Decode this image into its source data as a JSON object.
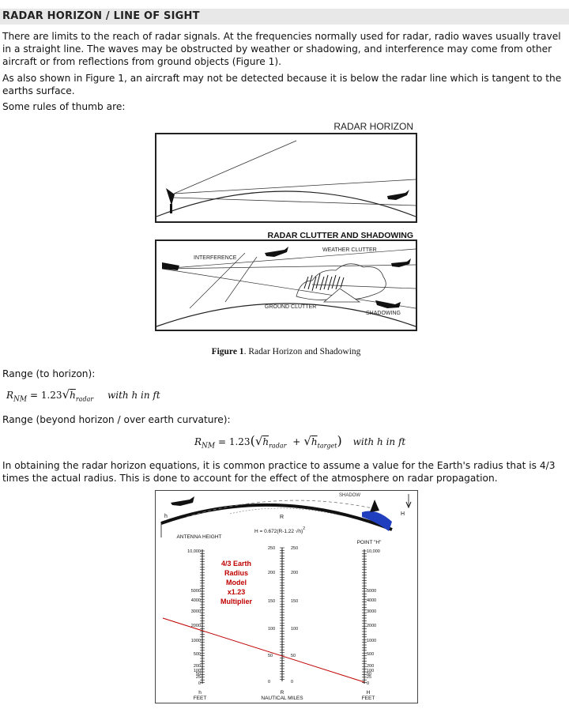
{
  "page": {
    "title": "RADAR HORIZON / LINE OF SIGHT",
    "para1": "There are limits to the reach of radar signals. At the frequencies normally used for radar, radio waves usually travel in a straight line. The waves may be obstructed by weather or shadowing, and interference may come from other aircraft or from reflections from ground objects (Figure 1).",
    "para2": "As also shown in Figure 1, an aircraft may not be detected because it is below the radar line which is tangent to the earths surface.",
    "para3": "Some rules of thumb are:",
    "range_horizon_label": "Range (to horizon):",
    "range_beyond_label": "Range (beyond horizon / over earth curvature):",
    "para4": "In obtaining the radar horizon equations, it is common practice to assume a value for the Earth's radius that is 4/3 times the actual radius. This is done to account for the effect of the atmosphere on radar propagation."
  },
  "formula1": {
    "lhs": "R",
    "lhs_sub": "NM",
    "eq": "= 1.23",
    "var": "h",
    "var_sub": "radar",
    "note": "with h in ft"
  },
  "formula2": {
    "lhs": "R",
    "lhs_sub": "NM",
    "eq": "= 1.23",
    "var1": "h",
    "var1_sub": "radar",
    "plus": "+",
    "var2": "h",
    "var2_sub": "target",
    "note": "with h in ft"
  },
  "figure1": {
    "header": "RADAR HORIZON",
    "panel2_header": "RADAR CLUTTER AND SHADOWING",
    "interference": "INTERFERENCE",
    "weather_clutter": "WEATHER CLUTTER",
    "ground_clutter": "GROUND CLUTTER",
    "shadowing": "SHADOWING",
    "caption_bold": "Figure 1",
    "caption_rest": ". Radar Horizon and Shadowing"
  },
  "figure2": {
    "shadow": "SHADOW",
    "h": "h",
    "H": "H",
    "R": "R",
    "formula": "H = 0.672(R-1.22 √h)",
    "formula_exp": "2",
    "antenna_height": "ANTENNA HEIGHT",
    "point_h": "POINT \"H\"",
    "model": [
      "4/3 Earth",
      "Radius",
      "Model",
      "x1.23",
      "Multiplier"
    ],
    "model_color": "#c00000",
    "left_scale": [
      "10,000",
      "5000",
      "4000",
      "3000",
      "2000",
      "1000",
      "500",
      "200",
      "100",
      "50",
      "25",
      "0"
    ],
    "mid_scale": [
      "250",
      "200",
      "150",
      "100",
      "50",
      "0"
    ],
    "right_scale": [
      "10,000",
      "5000",
      "4000",
      "3000",
      "2000",
      "1000",
      "500",
      "200",
      "100",
      "50",
      "25",
      "0"
    ],
    "left_axis_label_1": "h",
    "left_axis_label_2": "FEET",
    "mid_axis_label_1": "R",
    "mid_axis_label_2": "NAUTICAL MILES",
    "right_axis_label_1": "H",
    "right_axis_label_2": "FEET"
  }
}
